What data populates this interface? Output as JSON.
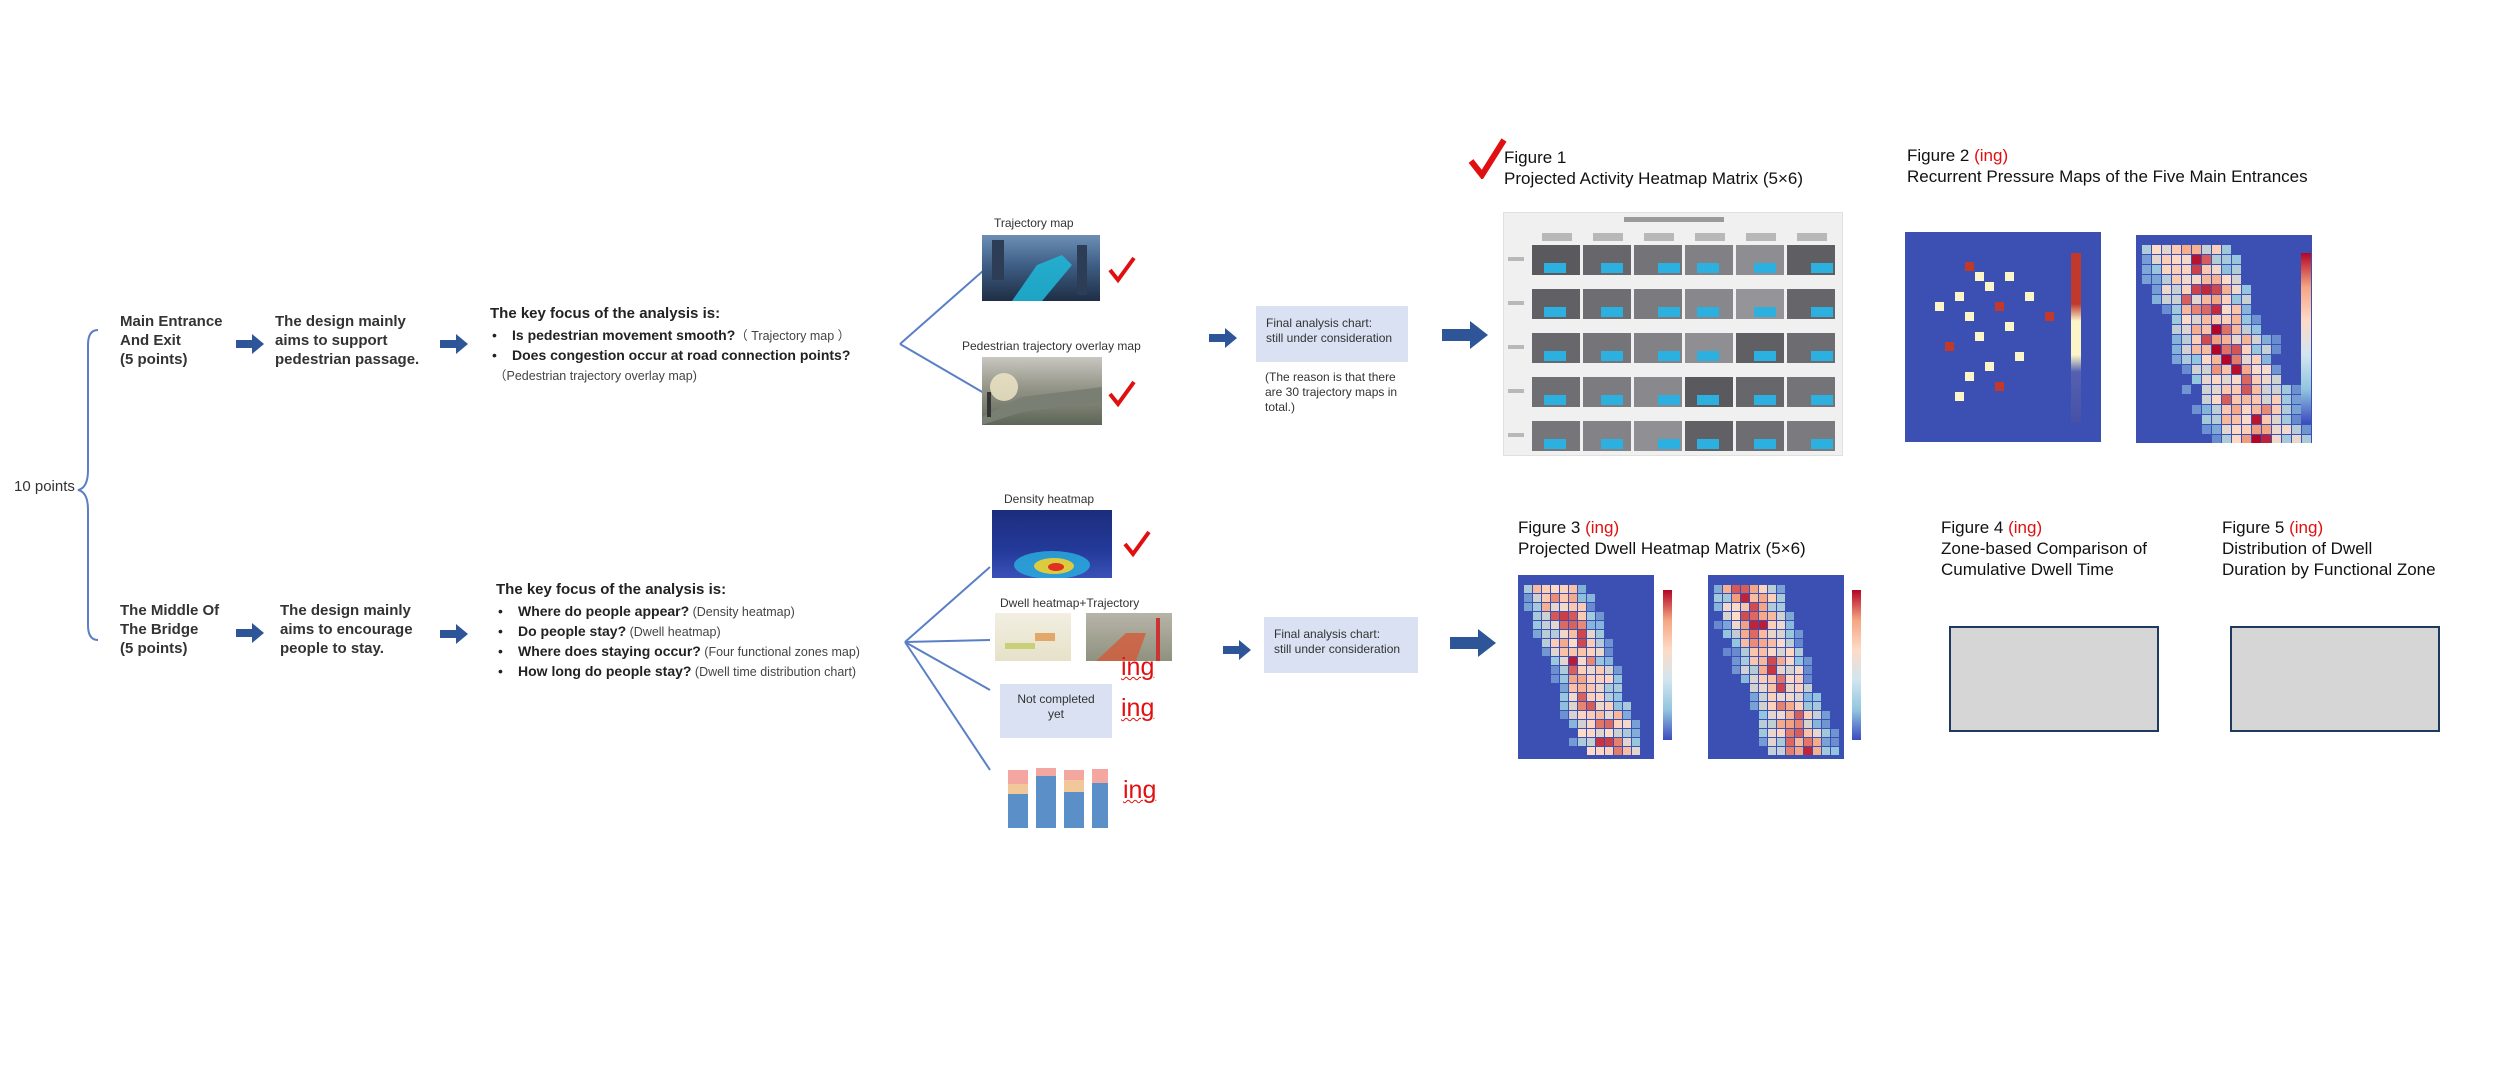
{
  "root": {
    "label": "10 points"
  },
  "branch1": {
    "category_lines": [
      "Main  Entrance",
      "And Exit",
      "(5 points)"
    ],
    "design_lines": [
      "The design mainly",
      "aims to support",
      "pedestrian passage."
    ],
    "focus": {
      "title": "The key focus of the analysis is:",
      "items": [
        {
          "text": "Is pedestrian movement smooth?",
          "note": "（ Trajectory map ）"
        },
        {
          "text": "Does congestion occur at road connection points?",
          "note": ""
        }
      ],
      "trailing_note": "（Pedestrian trajectory overlay map)"
    },
    "maps": [
      {
        "label": "Trajectory map"
      },
      {
        "label": "Pedestrian trajectory overlay map"
      }
    ],
    "final_box": {
      "line1": "Final analysis chart:",
      "line2": "still under consideration"
    },
    "reason_lines": [
      "(The reason is that there",
      "are 30 trajectory maps in",
      "total.)"
    ]
  },
  "branch2": {
    "category_lines": [
      "The  Middle  Of",
      "The Bridge",
      "(5 points)"
    ],
    "design_lines": [
      "The design mainly",
      "aims to encourage",
      "people to stay."
    ],
    "focus": {
      "title": "The key focus of the analysis is:",
      "items": [
        {
          "text": "Where do people appear?",
          "note": " (Density heatmap)"
        },
        {
          "text": "Do people stay?",
          "note": " (Dwell heatmap)"
        },
        {
          "text": "Where does staying occur?",
          "note": " (Four functional zones map)"
        },
        {
          "text": "How long do people stay?",
          "note": " (Dwell time distribution chart)"
        }
      ]
    },
    "maps": [
      {
        "label": "Density heatmap"
      },
      {
        "label": "Dwell heatmap+Trajectory"
      }
    ],
    "not_completed_lines": [
      "Not completed",
      "yet"
    ],
    "ing_marks": [
      "ing",
      "ing",
      "ing"
    ],
    "final_box": {
      "line1": "Final analysis chart:",
      "line2": "still under consideration"
    }
  },
  "figures": {
    "fig1": {
      "number": "Figure 1",
      "status": "",
      "title": "Projected Activity Heatmap Matrix (5×6)"
    },
    "fig2": {
      "number": "Figure 2",
      "status": "(ing)",
      "title": "Recurrent Pressure Maps of the Five Main Entrances"
    },
    "fig3": {
      "number": "Figure 3",
      "status": "(ing)",
      "title": "Projected Dwell Heatmap Matrix (5×6)"
    },
    "fig4": {
      "number": "Figure 4",
      "status": "(ing)",
      "title_lines": [
        "Zone-based Comparison of",
        "Cumulative Dwell Time"
      ]
    },
    "fig5": {
      "number": "Figure 5",
      "status": "(ing)",
      "title_lines": [
        "Distribution of Dwell",
        "Duration by Functional Zone"
      ]
    }
  },
  "icons": {
    "checkmark": "checkmark-icon",
    "arrow": "right-arrow-icon"
  },
  "colors": {
    "arrow": "#2e5597",
    "connector": "#5b7fc7",
    "check": "#e01010",
    "box": "#d9e1f2",
    "heat_low": "#3b4cc0",
    "heat_high": "#b40426"
  }
}
